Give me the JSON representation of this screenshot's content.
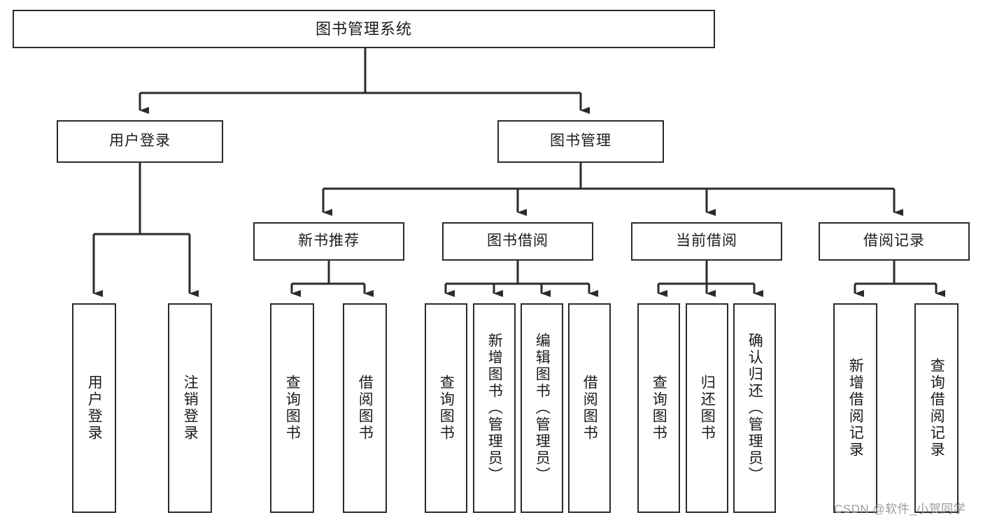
{
  "diagram": {
    "type": "tree-hierarchy",
    "title": "图书管理系统",
    "watermark": "CSDN @软件_小贺同学",
    "style": {
      "box_border": "#2b2b2b",
      "box_fill": "#ffffff",
      "line": "#2b2b2b",
      "text": "#1b1b1b",
      "background": "#ffffff",
      "watermark_color": "#9a9a9a"
    },
    "levels": {
      "root": "图书管理系统",
      "level2": [
        "用户登录",
        "图书管理"
      ],
      "level3": [
        "新书推荐",
        "图书借阅",
        "当前借阅",
        "借阅记录"
      ]
    },
    "nodes": {
      "root": {
        "label": "图书管理系统"
      },
      "user_login": {
        "label": "用户登录"
      },
      "book_mgmt": {
        "label": "图书管理"
      },
      "new_book_rec": {
        "label": "新书推荐"
      },
      "book_borrow": {
        "label": "图书借阅"
      },
      "current_borrow": {
        "label": "当前借阅"
      },
      "borrow_record": {
        "label": "借阅记录"
      },
      "leaf_user_login": {
        "label": "用户登录"
      },
      "leaf_logout": {
        "label": "注销登录"
      },
      "leaf_query_book_a": {
        "label": "查询图书"
      },
      "leaf_borrow_book_a": {
        "label": "借阅图书"
      },
      "leaf_query_book_b": {
        "label": "查询图书"
      },
      "leaf_add_book": {
        "label": "新增图书（管理员）"
      },
      "leaf_edit_book": {
        "label": "编辑图书（管理员）"
      },
      "leaf_borrow_book_b": {
        "label": "借阅图书"
      },
      "leaf_query_book_c": {
        "label": "查询图书"
      },
      "leaf_return_book": {
        "label": "归还图书"
      },
      "leaf_confirm_return": {
        "label": "确认归还（管理员）"
      },
      "leaf_add_record": {
        "label": "新增借阅记录"
      },
      "leaf_query_record": {
        "label": "查询借阅记录"
      }
    },
    "edges": [
      {
        "from": "root",
        "to": "user_login"
      },
      {
        "from": "root",
        "to": "book_mgmt"
      },
      {
        "from": "book_mgmt",
        "to": "new_book_rec"
      },
      {
        "from": "book_mgmt",
        "to": "book_borrow"
      },
      {
        "from": "book_mgmt",
        "to": "current_borrow"
      },
      {
        "from": "book_mgmt",
        "to": "borrow_record"
      },
      {
        "from": "user_login",
        "to": "leaf_user_login"
      },
      {
        "from": "user_login",
        "to": "leaf_logout"
      },
      {
        "from": "new_book_rec",
        "to": "leaf_query_book_a"
      },
      {
        "from": "new_book_rec",
        "to": "leaf_borrow_book_a"
      },
      {
        "from": "book_borrow",
        "to": "leaf_query_book_b"
      },
      {
        "from": "book_borrow",
        "to": "leaf_add_book"
      },
      {
        "from": "book_borrow",
        "to": "leaf_edit_book"
      },
      {
        "from": "book_borrow",
        "to": "leaf_borrow_book_b"
      },
      {
        "from": "current_borrow",
        "to": "leaf_query_book_c"
      },
      {
        "from": "current_borrow",
        "to": "leaf_return_book"
      },
      {
        "from": "current_borrow",
        "to": "leaf_confirm_return"
      },
      {
        "from": "borrow_record",
        "to": "leaf_add_record"
      },
      {
        "from": "borrow_record",
        "to": "leaf_query_record"
      }
    ]
  }
}
